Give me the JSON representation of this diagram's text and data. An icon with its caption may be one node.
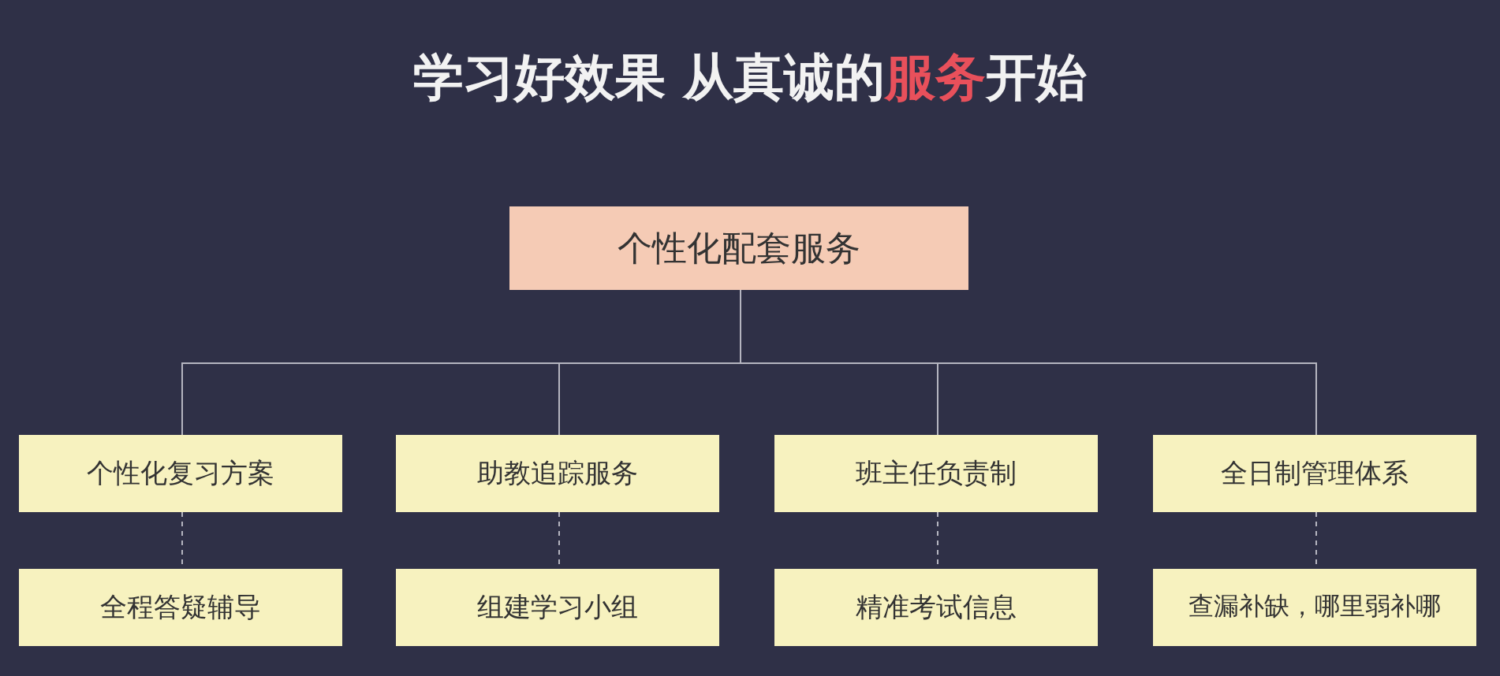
{
  "diagram": {
    "title": "学习好效果 从真诚的**服务**开始",
    "nodes": [
      {
        "text": [
          "个性化配套服务"
        ]
      },
      {
        "text": [
          "个性化复习方案"
        ]
      },
      {
        "text": [
          "助教追踪服务"
        ]
      },
      {
        "text": [
          "班主任负责制"
        ]
      },
      {
        "text": [
          "全日制管理体系"
        ]
      },
      {
        "text": [
          "全程答疑辅导"
        ]
      },
      {
        "text": [
          "组建学习小组"
        ]
      },
      {
        "text": [
          "精准考试信息"
        ]
      },
      {
        "text": [
          "查漏补缺，哪里弱补哪"
        ]
      }
    ],
    "edges": [
      {
        "from": 0,
        "to": 1,
        "arrow": "none"
      },
      {
        "from": 0,
        "to": 2,
        "arrow": "none"
      },
      {
        "from": 0,
        "to": 3,
        "arrow": "none"
      },
      {
        "from": 0,
        "to": 4,
        "arrow": "none"
      },
      {
        "from": 1,
        "to": 5,
        "arrow": "none",
        "style": "dashed"
      },
      {
        "from": 2,
        "to": 6,
        "arrow": "none",
        "style": "dashed"
      },
      {
        "from": 3,
        "to": 7,
        "arrow": "none",
        "style": "dashed"
      },
      {
        "from": 4,
        "to": 8,
        "arrow": "none",
        "style": "dashed"
      }
    ]
  }
}
